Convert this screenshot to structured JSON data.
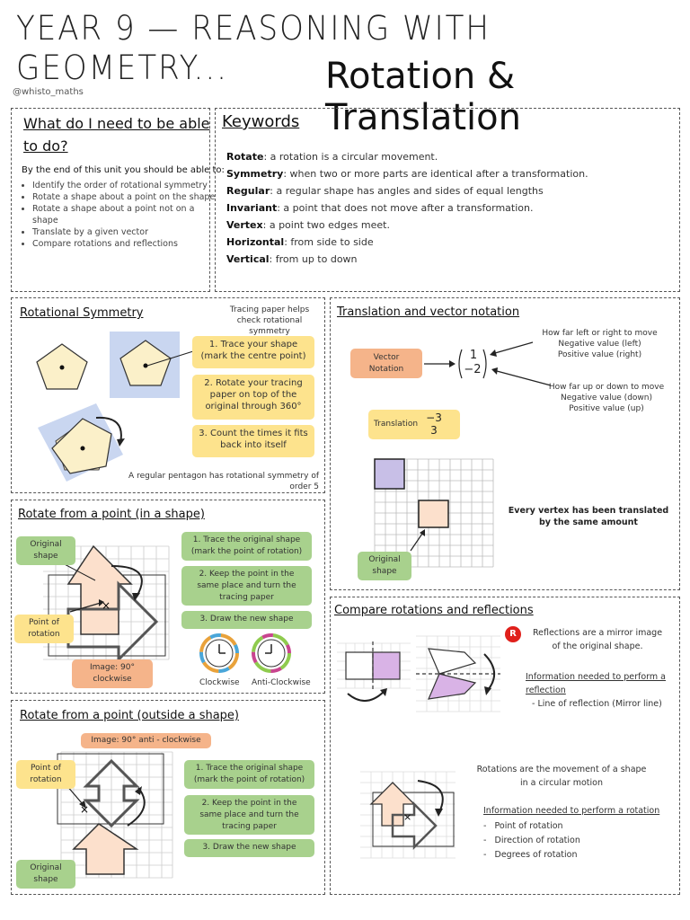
{
  "header": {
    "title_line1": "YEAR 9 — REASONING WITH GEOMETRY...",
    "title_line2": "Rotation & Translation",
    "handle": "@whisto_maths"
  },
  "objectives": {
    "heading_line1": "What do I need to be able",
    "heading_line2": "to do?",
    "intro": "By the end of this unit you should be able to:",
    "items": [
      "Identify the order of rotational symmetry",
      "Rotate a shape about a point on the shape",
      "Rotate a shape about a point not on a shape",
      "Translate by a given vector",
      "Compare rotations and reflections"
    ]
  },
  "keywords": {
    "heading": "Keywords",
    "items": [
      {
        "term": "Rotate",
        "def": ": a rotation is a circular movement."
      },
      {
        "term": "Symmetry",
        "def": ": when two or more parts are identical after a transformation."
      },
      {
        "term": "Regular",
        "def": ": a regular shape has angles and sides of equal lengths"
      },
      {
        "term": "Invariant",
        "def": ": a point that does not move after a transformation."
      },
      {
        "term": "Vertex",
        "def": ": a point two edges meet."
      },
      {
        "term": "Horizontal",
        "def": ": from side to side"
      },
      {
        "term": "Vertical",
        "def": ": from up to down"
      }
    ]
  },
  "rotational_symmetry": {
    "heading": "Rotational Symmetry",
    "tip": "Tracing paper helps check rotational symmetry",
    "steps": [
      "1. Trace your shape (mark the centre point)",
      "2. Rotate your tracing paper on top of the original through 360°",
      "3. Count the times it fits back into itself"
    ],
    "caption": "A regular pentagon has rotational symmetry of order 5"
  },
  "translation": {
    "heading": "Translation and vector notation",
    "vector_label": "Vector Notation",
    "vector_top": "1",
    "vector_bottom": "−2",
    "top_note": [
      "How far left or right to move",
      "Negative value (left)",
      "Positive value (right)"
    ],
    "bottom_note": [
      "How far up or down to move",
      "Negative value (down)",
      "Positive value (up)"
    ],
    "translation_label": "Translation",
    "translation_top": "−3",
    "translation_bottom": "3",
    "vertex_note_line1": "Every vertex has been translated",
    "vertex_note_line2": "by the same amount",
    "original_label": "Original shape"
  },
  "rotate_in": {
    "heading": "Rotate from a point (in a shape)",
    "original_label": "Original shape",
    "point_label": "Point of rotation",
    "image_label": "Image: 90° clockwise",
    "steps": [
      "1. Trace the original shape (mark the point of rotation)",
      "2. Keep the point in the same place and turn the tracing paper",
      "3. Draw the new shape"
    ],
    "clockwise": "Clockwise",
    "anticlockwise": "Anti-Clockwise"
  },
  "rotate_out": {
    "heading": "Rotate from a point (outside a shape)",
    "image_label": "Image: 90° anti - clockwise",
    "point_label": "Point of rotation",
    "original_label": "Original shape",
    "steps": [
      "1. Trace the original shape (mark the point of rotation)",
      "2. Keep the point in the same place and turn the tracing paper",
      "3. Draw the new shape"
    ]
  },
  "compare": {
    "heading": "Compare rotations and reflections",
    "badge": "R",
    "reflect_desc": "Reflections are a mirror image of the original shape.",
    "reflect_info_heading": "Information needed to perform a reflection",
    "reflect_info_items": [
      "- Line of reflection (Mirror line)"
    ],
    "rotate_desc": "Rotations are the movement of a shape in a circular motion",
    "rotate_info_heading": "Information needed to perform a rotation",
    "rotate_info_items": [
      "Point of rotation",
      "Direction of rotation",
      "Degrees of rotation"
    ]
  },
  "colors": {
    "yellow": "#fde38d",
    "green": "#a8d18d",
    "orange": "#f5b48a",
    "purple": "#c8bfe7",
    "pentagon": "#fbf0c9",
    "tracing_blue": "#c9d6f0",
    "badge_red": "#e0201b"
  }
}
